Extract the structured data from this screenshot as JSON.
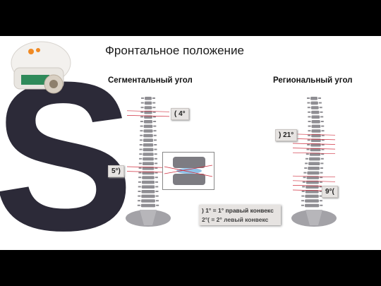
{
  "slide": {
    "title": "Фронтальное положение",
    "headings": {
      "segmental": "Сегментальный угол",
      "regional": "Региональный угол"
    },
    "labels": {
      "left_top": "( 4°",
      "left_bottom": "5°)",
      "right_top": ") 21°",
      "right_bottom": "9°("
    },
    "legend": {
      "line1": ") 1° = 1° правый конвекс",
      "line2": "2°( = 2° левый конвекс"
    }
  },
  "colors": {
    "background": "#000000",
    "slide": "#ffffff",
    "big_letter": "#2c2a38",
    "vertebra": "#8f8e93",
    "angle_lines": "#d03040",
    "label_bg": "#e6e3e1"
  },
  "icons": {
    "device": "roller-device-icon",
    "decoration": "big-letter-s"
  }
}
